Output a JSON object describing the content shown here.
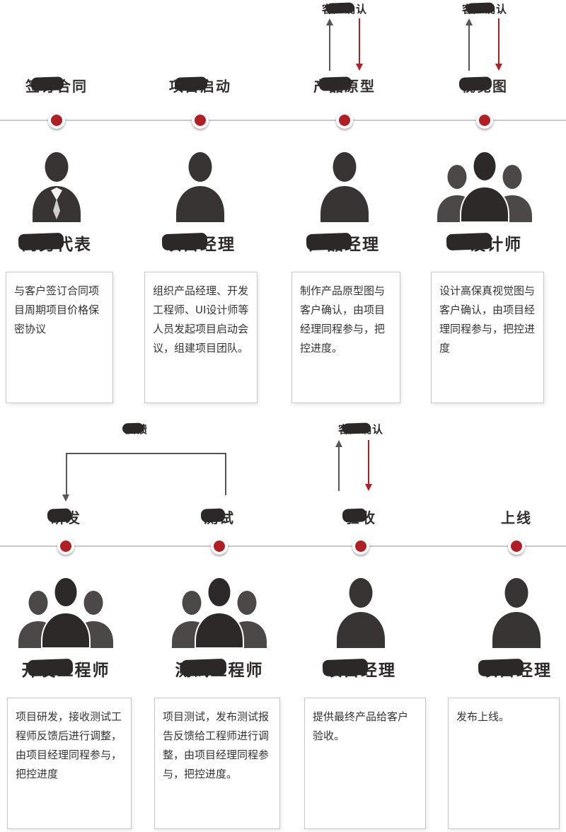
{
  "colors": {
    "accent": "#b01f24",
    "dark_silhouette": "#383434",
    "line": "#c9c9c9",
    "ink": "#2c2828"
  },
  "feedback_label": "反馈",
  "rows": [
    {
      "stages": [
        {
          "title": "签订合同",
          "role": "商务代表",
          "icon": "person-tie-icon",
          "desc": "与客户签订合同项目周期项目价格保密协议"
        },
        {
          "title": "项目启动",
          "role": "项目经理",
          "icon": "person-icon",
          "desc": "组织产品经理、开发工程师、UI设计师等人员发起项目启动会议，组建项目团队。"
        },
        {
          "title": "产品原型",
          "role": "产品经理",
          "icon": "person-icon",
          "confirm": "客户确认",
          "desc": "制作产品原型图与客户确认，由项目经理同程参与，把控进度。"
        },
        {
          "title": "视觉图",
          "role": "UI设计师",
          "icon": "people-group-icon",
          "confirm": "客户确认",
          "desc": "设计高保真视觉图与客户确认，由项目经理同程参与，把控进度"
        }
      ]
    },
    {
      "stages": [
        {
          "title": "研发",
          "role": "开发工程师",
          "icon": "people-group-icon",
          "desc": "项目研发，接收测试工程师反馈后进行调整，由项目经理同程参与，把控进度"
        },
        {
          "title": "测试",
          "role": "测试工程师",
          "icon": "people-group-icon",
          "desc": "项目测试，发布测试报告反馈给工程师进行调整，由项目经理同程参与，把控进度。"
        },
        {
          "title": "验收",
          "role": "项目经理",
          "icon": "person-icon",
          "confirm": "客户确认",
          "desc": "提供最终产品给客户验收。"
        },
        {
          "title": "上线",
          "role": "项目经理",
          "icon": "person-icon",
          "desc": "发布上线。"
        }
      ]
    }
  ]
}
